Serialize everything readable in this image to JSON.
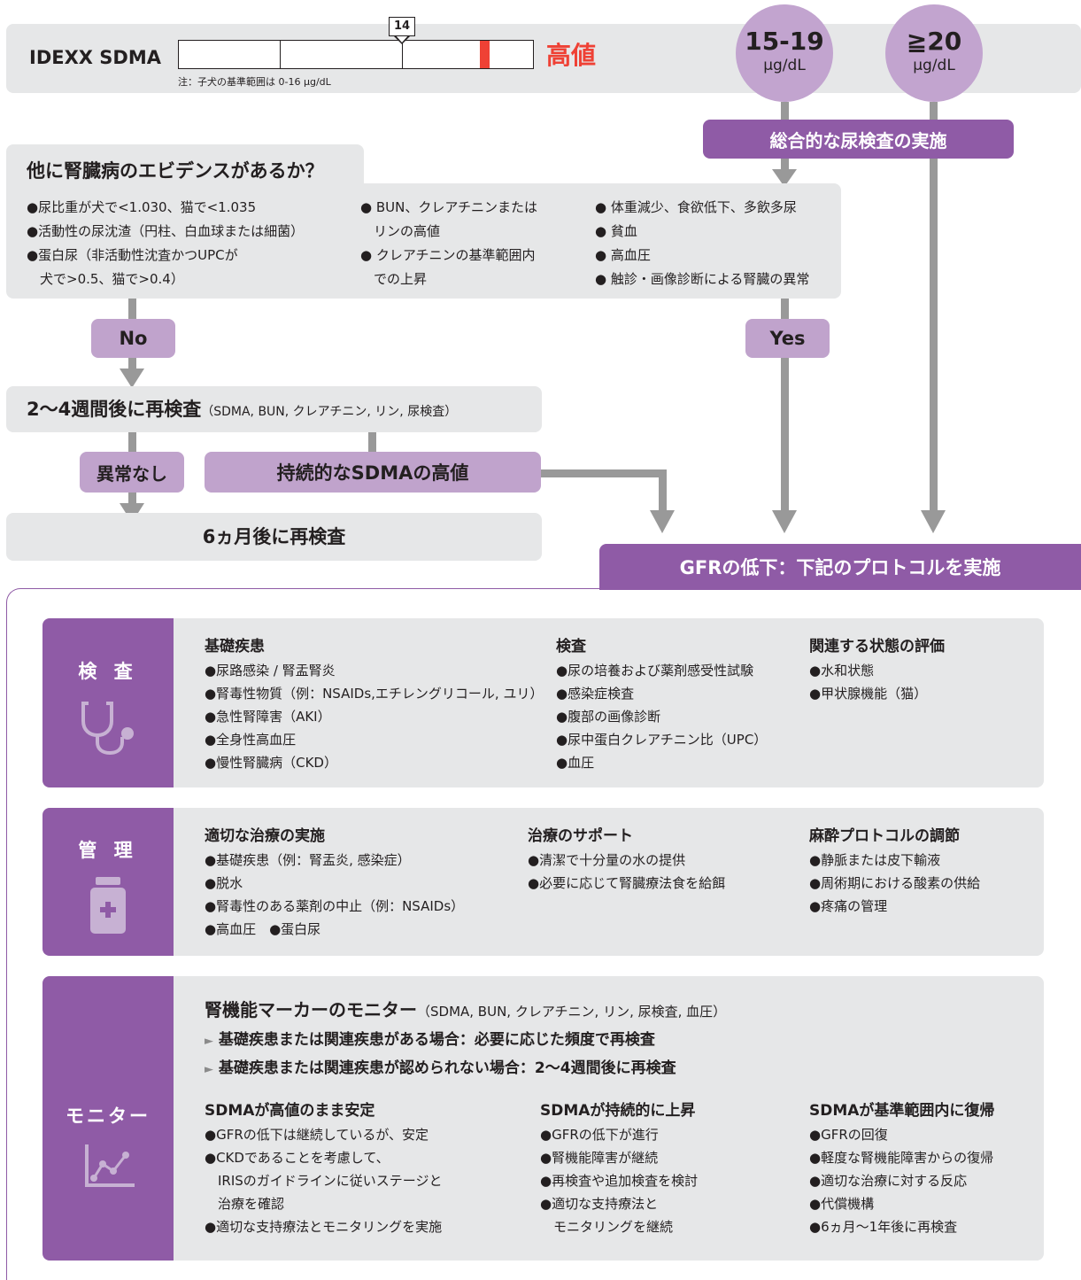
{
  "sdma_bar": {
    "label": "IDEXX SDMA",
    "marker_value": "14",
    "high_label": "高値",
    "note_prefix": "注：子犬の基準範囲は 0-16 ",
    "note_unit": "μg/dL"
  },
  "range_15_19": {
    "value": "15-19",
    "unit": "μg/dL"
  },
  "range_20": {
    "value": "≧20",
    "unit": "μg/dL"
  },
  "urinalysis_box": "総合的な尿検査の実施",
  "evidence": {
    "title": "他に腎臓病のエビデンスがあるか？",
    "col1": [
      "●尿比重が犬で<1.030、猫で<1.035",
      "●活動性の尿沈渣（円柱、白血球または細菌）",
      "●蛋白尿（非活動性沈査かつUPCが",
      "　犬で>0.5、猫で>0.4）"
    ],
    "col2": [
      "● BUN、クレアチニンまたは",
      "　リンの高値",
      "● クレアチニンの基準範囲内",
      "　での上昇"
    ],
    "col3": [
      "● 体重減少、食欲低下、多飲多尿",
      "● 貧血",
      "● 高血圧",
      "● 触診・画像診断による腎臓の異常"
    ]
  },
  "no_label": "No",
  "yes_label": "Yes",
  "recheck": {
    "main": "2〜4週間後に再検査",
    "sub": "（SDMA, BUN, クレアチニン, リン, 尿検査）"
  },
  "normal_label": "異常なし",
  "persistent_label": "持続的なSDMAの高値",
  "six_months": "6ヵ月後に再検査",
  "gfr_box": "GFRの低下：下記のプロトコルを実施",
  "exam": {
    "label": "検 査",
    "col1": {
      "title": "基礎疾患",
      "items": [
        "●尿路感染 / 腎盂腎炎",
        "●腎毒性物質（例：NSAIDs,エチレングリコール, ユリ）",
        "●急性腎障害（AKI）",
        "●全身性高血圧",
        "●慢性腎臓病（CKD）"
      ]
    },
    "col2": {
      "title": "検査",
      "items": [
        "●尿の培養および薬剤感受性試験",
        "●感染症検査",
        "●腹部の画像診断",
        "●尿中蛋白クレアチニン比（UPC）",
        "●血圧"
      ]
    },
    "col3": {
      "title": "関連する状態の評価",
      "items": [
        "●水和状態",
        "●甲状腺機能（猫）"
      ]
    }
  },
  "manage": {
    "label": "管 理",
    "col1": {
      "title": "適切な治療の実施",
      "items": [
        "●基礎疾患（例：腎盂炎, 感染症）",
        "●脱水",
        "●腎毒性のある薬剤の中止（例：NSAIDs）",
        "●高血圧　●蛋白尿"
      ]
    },
    "col2": {
      "title": "治療のサポート",
      "items": [
        "●清潔で十分量の水の提供",
        "●必要に応じて腎臓療法食を給餌"
      ]
    },
    "col3": {
      "title": "麻酔プロトコルの調節",
      "items": [
        "●静脈または皮下輸液",
        "●周術期における酸素の供給",
        "●疼痛の管理"
      ]
    }
  },
  "monitor": {
    "label": "モニター",
    "header_main": "腎機能マーカーのモニター",
    "header_sub": "（SDMA, BUN, クレアチニン, リン, 尿検査, 血圧）",
    "line1": "基礎疾患または関連疾患がある場合：必要に応じた頻度で再検査",
    "line2": "基礎疾患または関連疾患が認められない場合：2〜4週間後に再検査",
    "col1": {
      "title": "SDMAが高値のまま安定",
      "items": [
        "●GFRの低下は継続しているが、安定",
        "●CKDであることを考慮して、",
        "　IRISのガイドラインに従いステージと",
        "　治療を確認",
        "●適切な支持療法とモニタリングを実施"
      ]
    },
    "col2": {
      "title": "SDMAが持続的に上昇",
      "items": [
        "●GFRの低下が進行",
        "●腎機能障害が継続",
        "●再検査や追加検査を検討",
        "●適切な支持療法と",
        "　モニタリングを継続"
      ]
    },
    "col3": {
      "title": "SDMAが基準範囲内に復帰",
      "items": [
        "●GFRの回復",
        "●軽度な腎機能障害からの復帰",
        "●適切な治療に対する反応",
        "●代償機構",
        "●6ヵ月〜1年後に再検査"
      ]
    }
  },
  "colors": {
    "purple_dark": "#8f5ba6",
    "purple_light": "#c0a3cc",
    "circle": "#c2a4cf",
    "gray_panel": "#e6e7e8",
    "arrow": "#999999",
    "high_red": "#ef4135"
  }
}
